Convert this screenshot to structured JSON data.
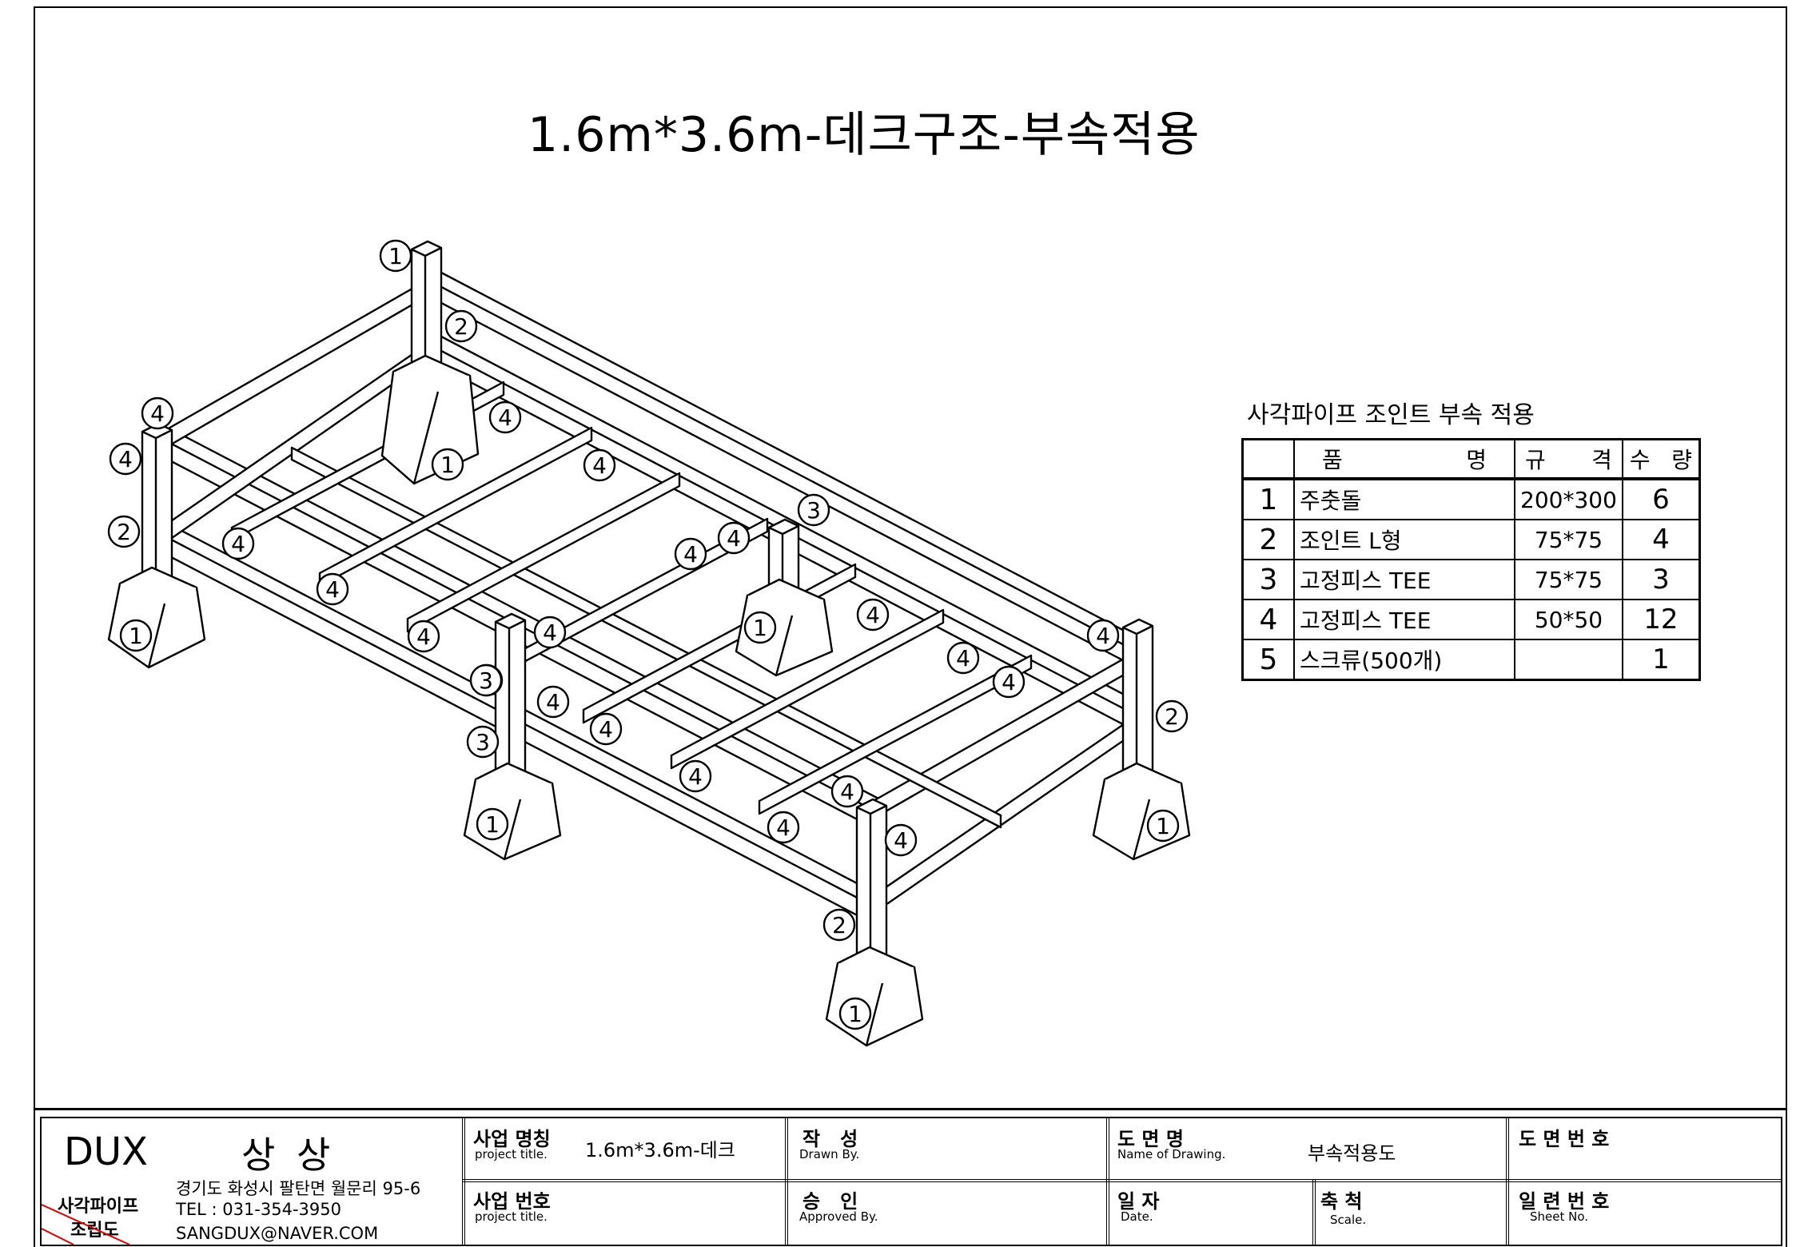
{
  "title": "1.6m*3.6m-데크구조-부속적용",
  "callouts": [
    "1",
    "2",
    "3",
    "4"
  ],
  "parts_table": {
    "caption": "사각파이프 조인트 부속 적용",
    "headers": {
      "name_a": "품",
      "name_b": "명",
      "spec_a": "규",
      "spec_b": "격",
      "qty_a": "수",
      "qty_b": "량"
    },
    "rows": [
      {
        "no": "1",
        "name": "주춧돌",
        "spec": "200*300",
        "qty": "6"
      },
      {
        "no": "2",
        "name": "조인트 L형",
        "spec": "75*75",
        "qty": "4"
      },
      {
        "no": "3",
        "name": "고정피스 TEE",
        "spec": "75*75",
        "qty": "3"
      },
      {
        "no": "4",
        "name": "고정피스 TEE",
        "spec": "50*50",
        "qty": "12"
      },
      {
        "no": "5",
        "name": "스크류(500개)",
        "spec": "",
        "qty": "1"
      }
    ]
  },
  "title_block": {
    "company": "DUX",
    "company_kr": "상 상",
    "address": "경기도 화성시 팔탄면 월문리 95-6",
    "tel": "TEL : 031-354-3950",
    "email": "SANGDUX@NAVER.COM",
    "logo_line1": "사각파이프",
    "logo_line2": "조립도",
    "project_name_kr": "사업 명칭",
    "project_name_en": "project title.",
    "project_name_value": "1.6m*3.6m-데크",
    "project_no_kr": "사업 번호",
    "project_no_en": "project title.",
    "drawn_kr": "작   성",
    "drawn_en": "Drawn By.",
    "approved_kr": "승   인",
    "approved_en": "Approved By.",
    "drawing_name_kr": "도 면 명",
    "drawing_name_en": "Name of Drawing.",
    "drawing_name_value": "부속적용도",
    "date_kr": "일 자",
    "date_en": "Date.",
    "scale_kr": "축 척",
    "scale_en": "Scale.",
    "drawing_no_kr": "도 면 번 호",
    "sheet_no_kr": "일 련 번 호",
    "sheet_no_en": "Sheet No."
  }
}
